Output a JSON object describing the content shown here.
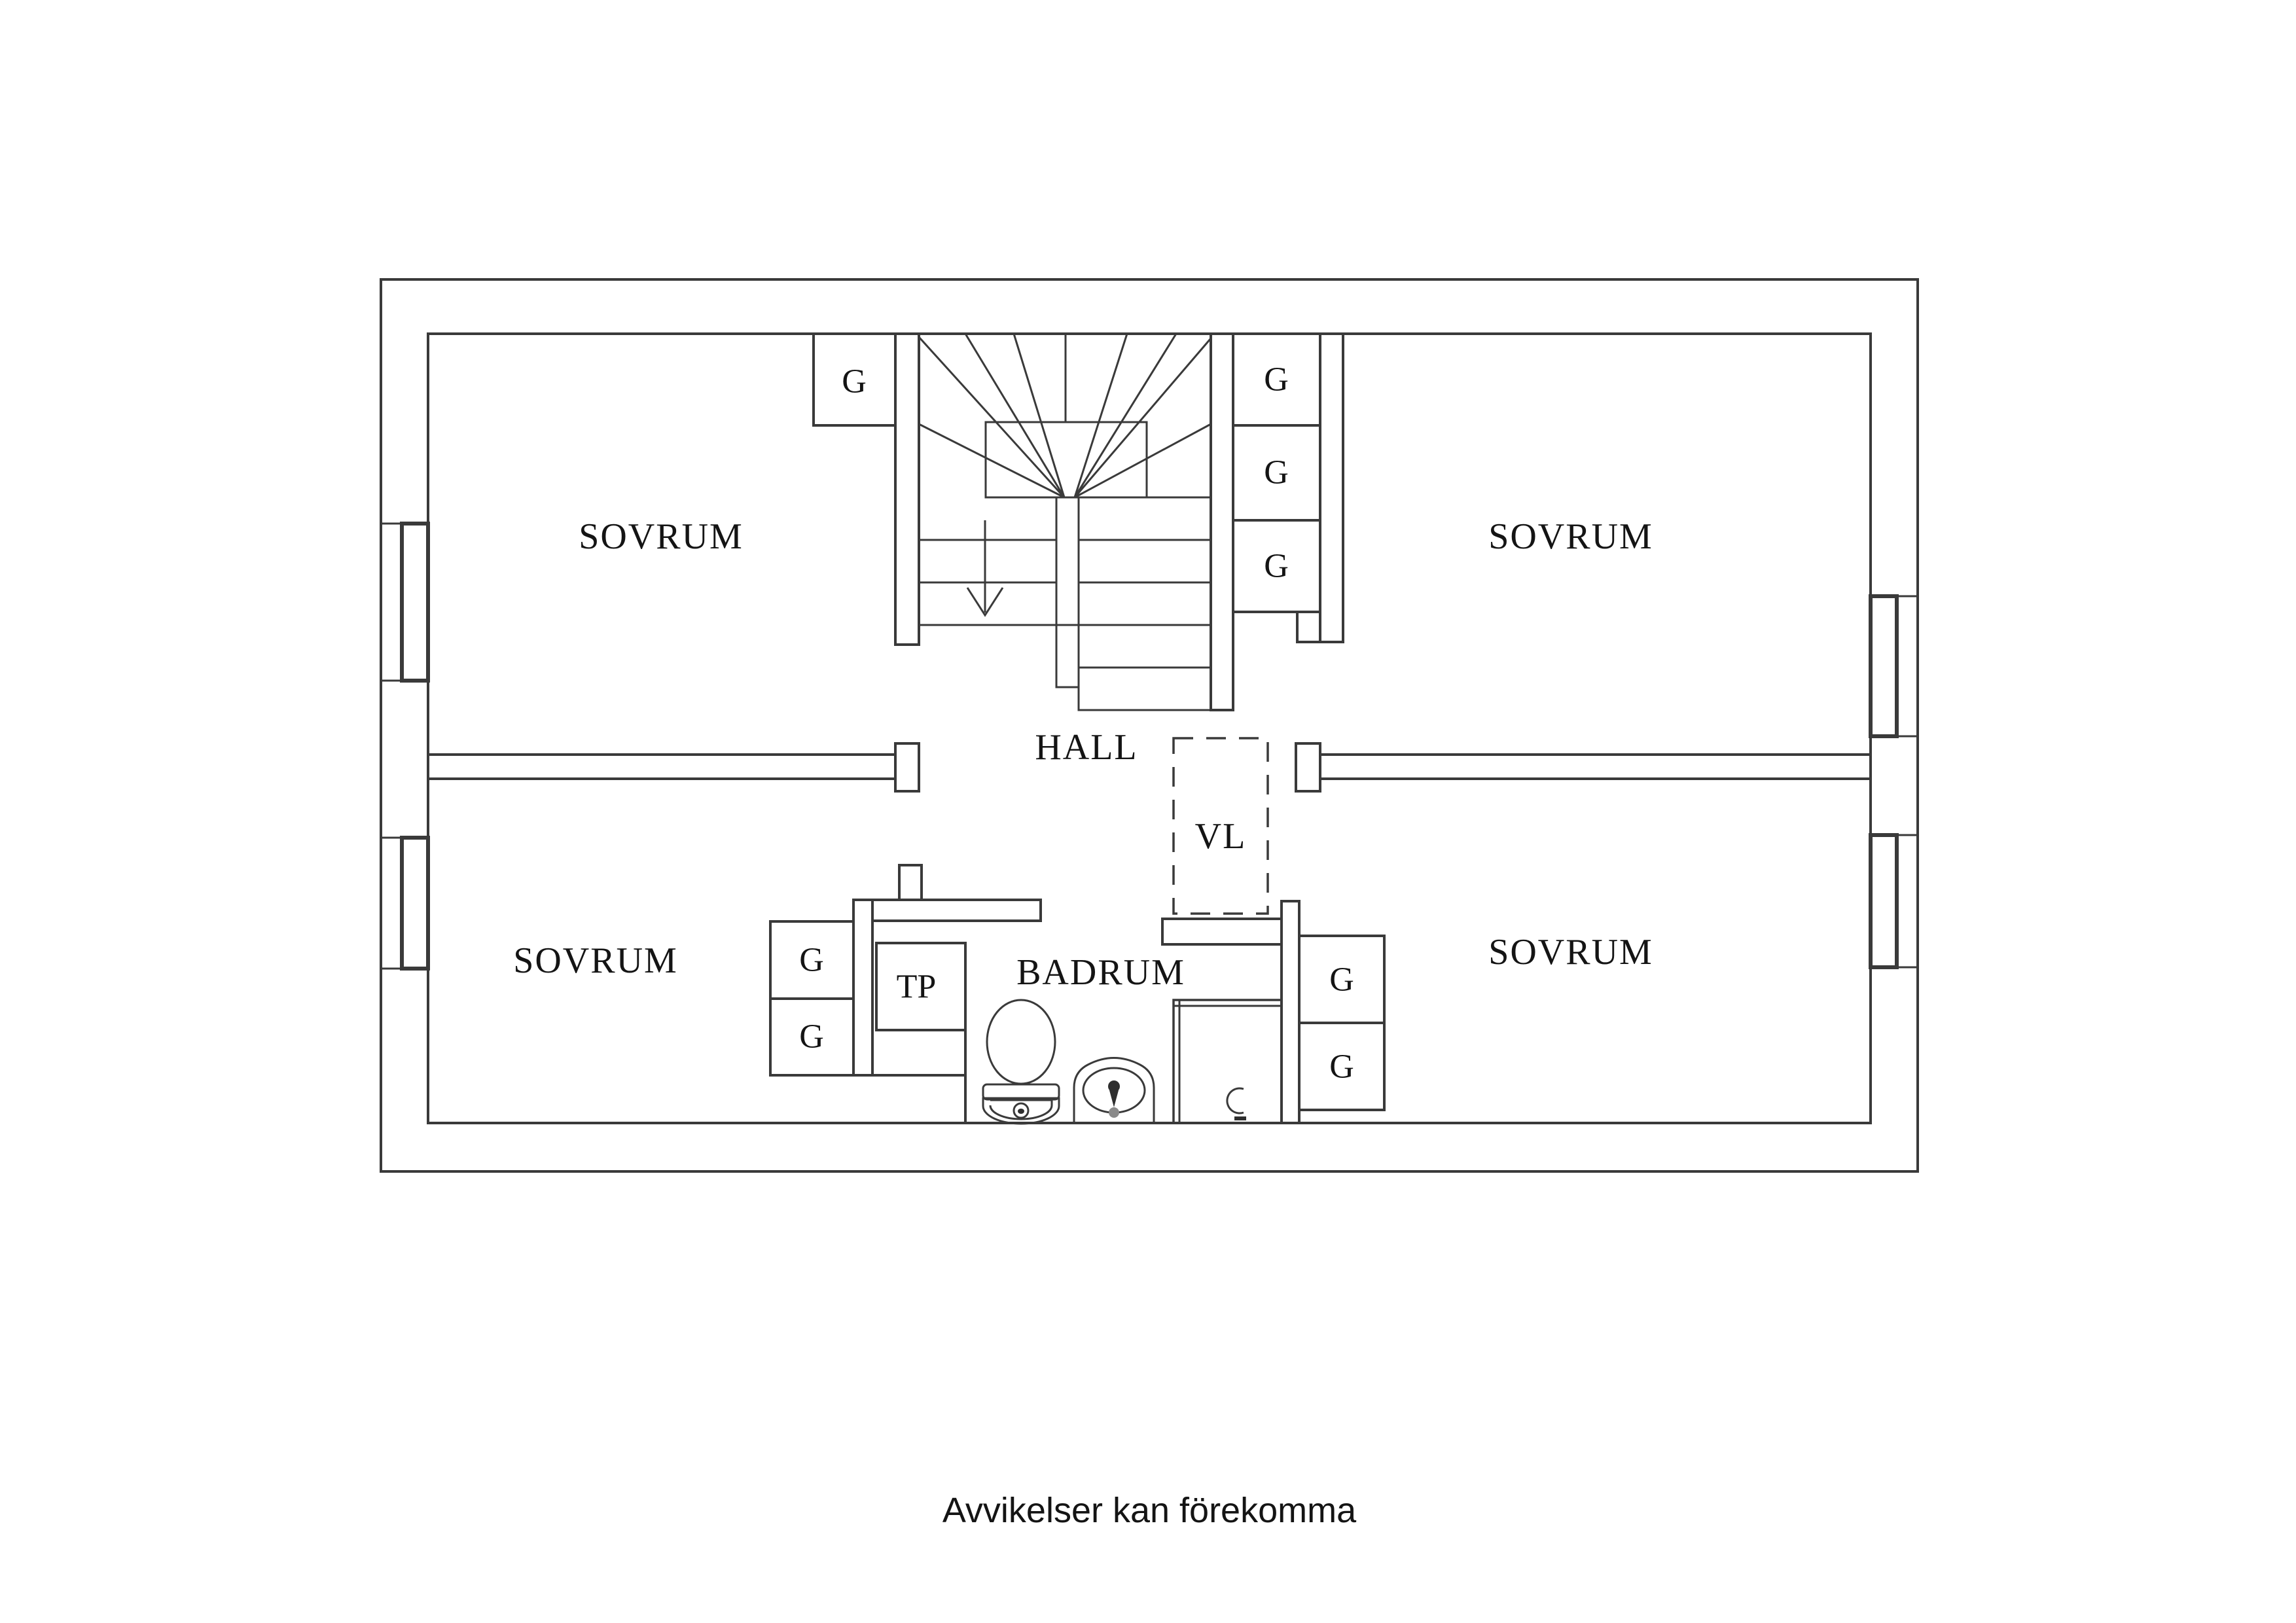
{
  "colors": {
    "background": "#ffffff",
    "line": "#3a3a3a",
    "text": "#141414"
  },
  "caption": {
    "text": "Avvikelser kan förekomma"
  },
  "rooms": [
    {
      "id": "sovrum-top-left",
      "label": "SOVRUM"
    },
    {
      "id": "sovrum-top-right",
      "label": "SOVRUM"
    },
    {
      "id": "sovrum-bottom-left",
      "label": "SOVRUM"
    },
    {
      "id": "sovrum-bottom-right",
      "label": "SOVRUM"
    },
    {
      "id": "hall",
      "label": "HALL"
    },
    {
      "id": "badrum",
      "label": "BADRUM"
    }
  ],
  "features": {
    "vl": {
      "label": "VL",
      "style": "dashed-outline"
    },
    "tp": {
      "label": "TP"
    }
  },
  "wardrobe": {
    "label": "G",
    "count": 8
  },
  "fixtures": [
    {
      "id": "toilet"
    },
    {
      "id": "sink"
    },
    {
      "id": "shower"
    }
  ],
  "stairs": {
    "arrow_direction": "down"
  }
}
